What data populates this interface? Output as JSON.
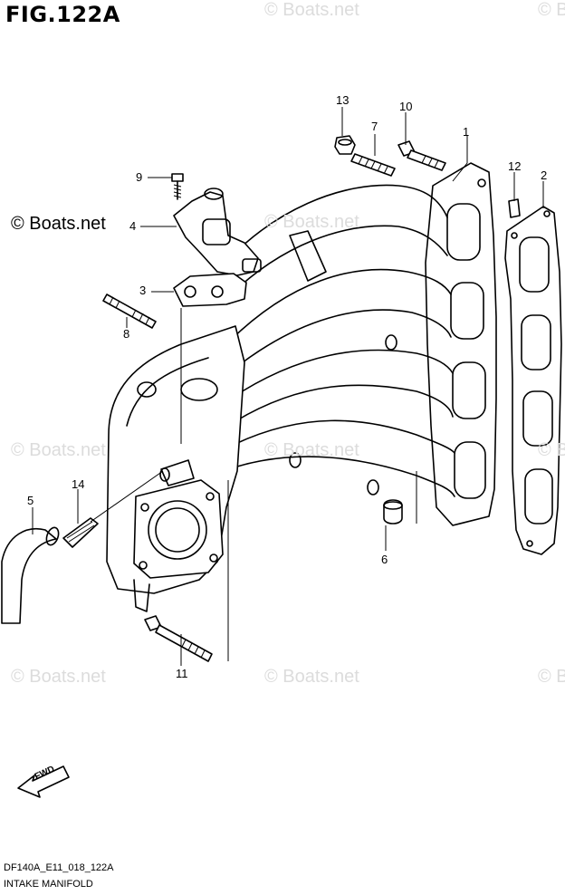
{
  "figure": {
    "title": "FIG.122A",
    "code": "DF140A_E11_018_122A",
    "caption": "INTAKE MANIFOLD"
  },
  "watermarks": {
    "primary": "© Boats.net",
    "faint": "© Boats.net",
    "edge": "© Bo"
  },
  "callouts": {
    "c1": "1",
    "c2": "2",
    "c3": "3",
    "c4": "4",
    "c5": "5",
    "c6": "6",
    "c7": "7",
    "c8": "8",
    "c9": "9",
    "c10": "10",
    "c11": "11",
    "c12": "12",
    "c13": "13",
    "c14": "14"
  },
  "fwd_label": "FWD"
}
